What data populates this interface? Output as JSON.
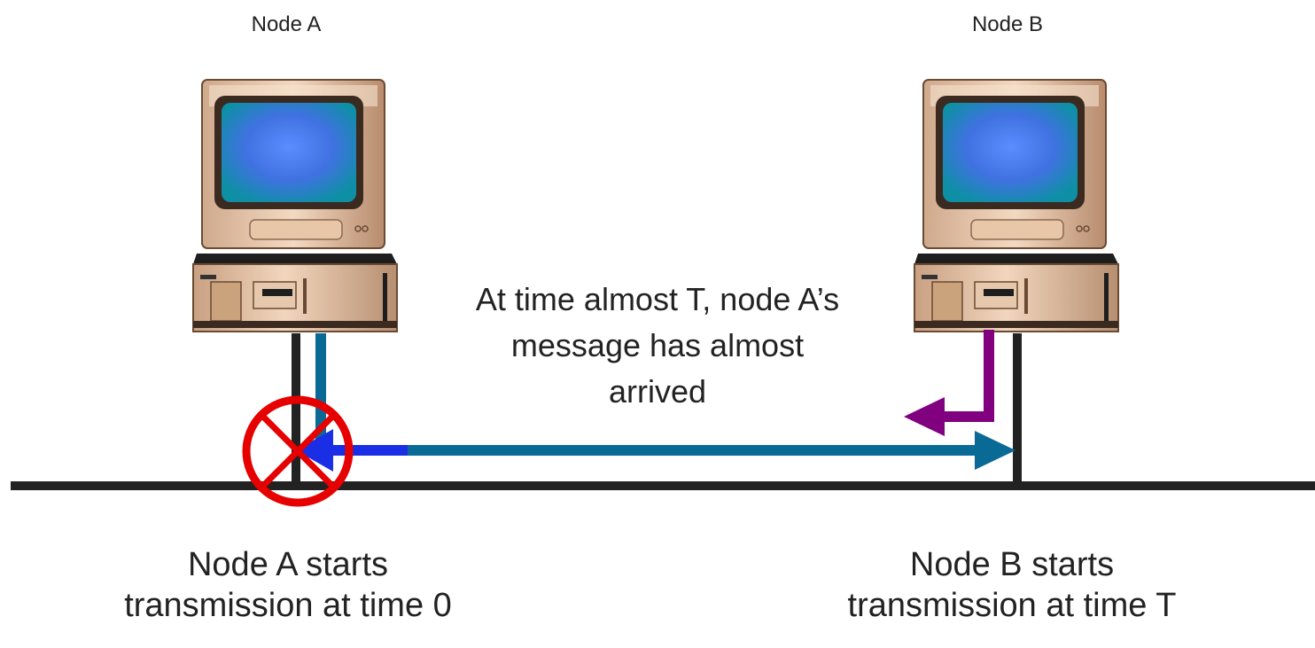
{
  "nodes": {
    "a": {
      "label": "Node A"
    },
    "b": {
      "label": "Node B"
    }
  },
  "message": {
    "line1": "At time almost T, node A’s",
    "line2": "message has almost",
    "line3": "arrived"
  },
  "captions": {
    "a": {
      "line1": "Node A starts",
      "line2": "transmission at time 0"
    },
    "b": {
      "line1": "Node B starts",
      "line2": "transmission at time T"
    }
  },
  "colors": {
    "bus": "#222222",
    "signal_a": "#0a6a96",
    "signal_a_head": "#1a2ee6",
    "signal_b": "#800080",
    "collision": "#e60000"
  },
  "icons": {
    "computer": "desktop-computer-icon",
    "collision": "collision-no-icon"
  }
}
